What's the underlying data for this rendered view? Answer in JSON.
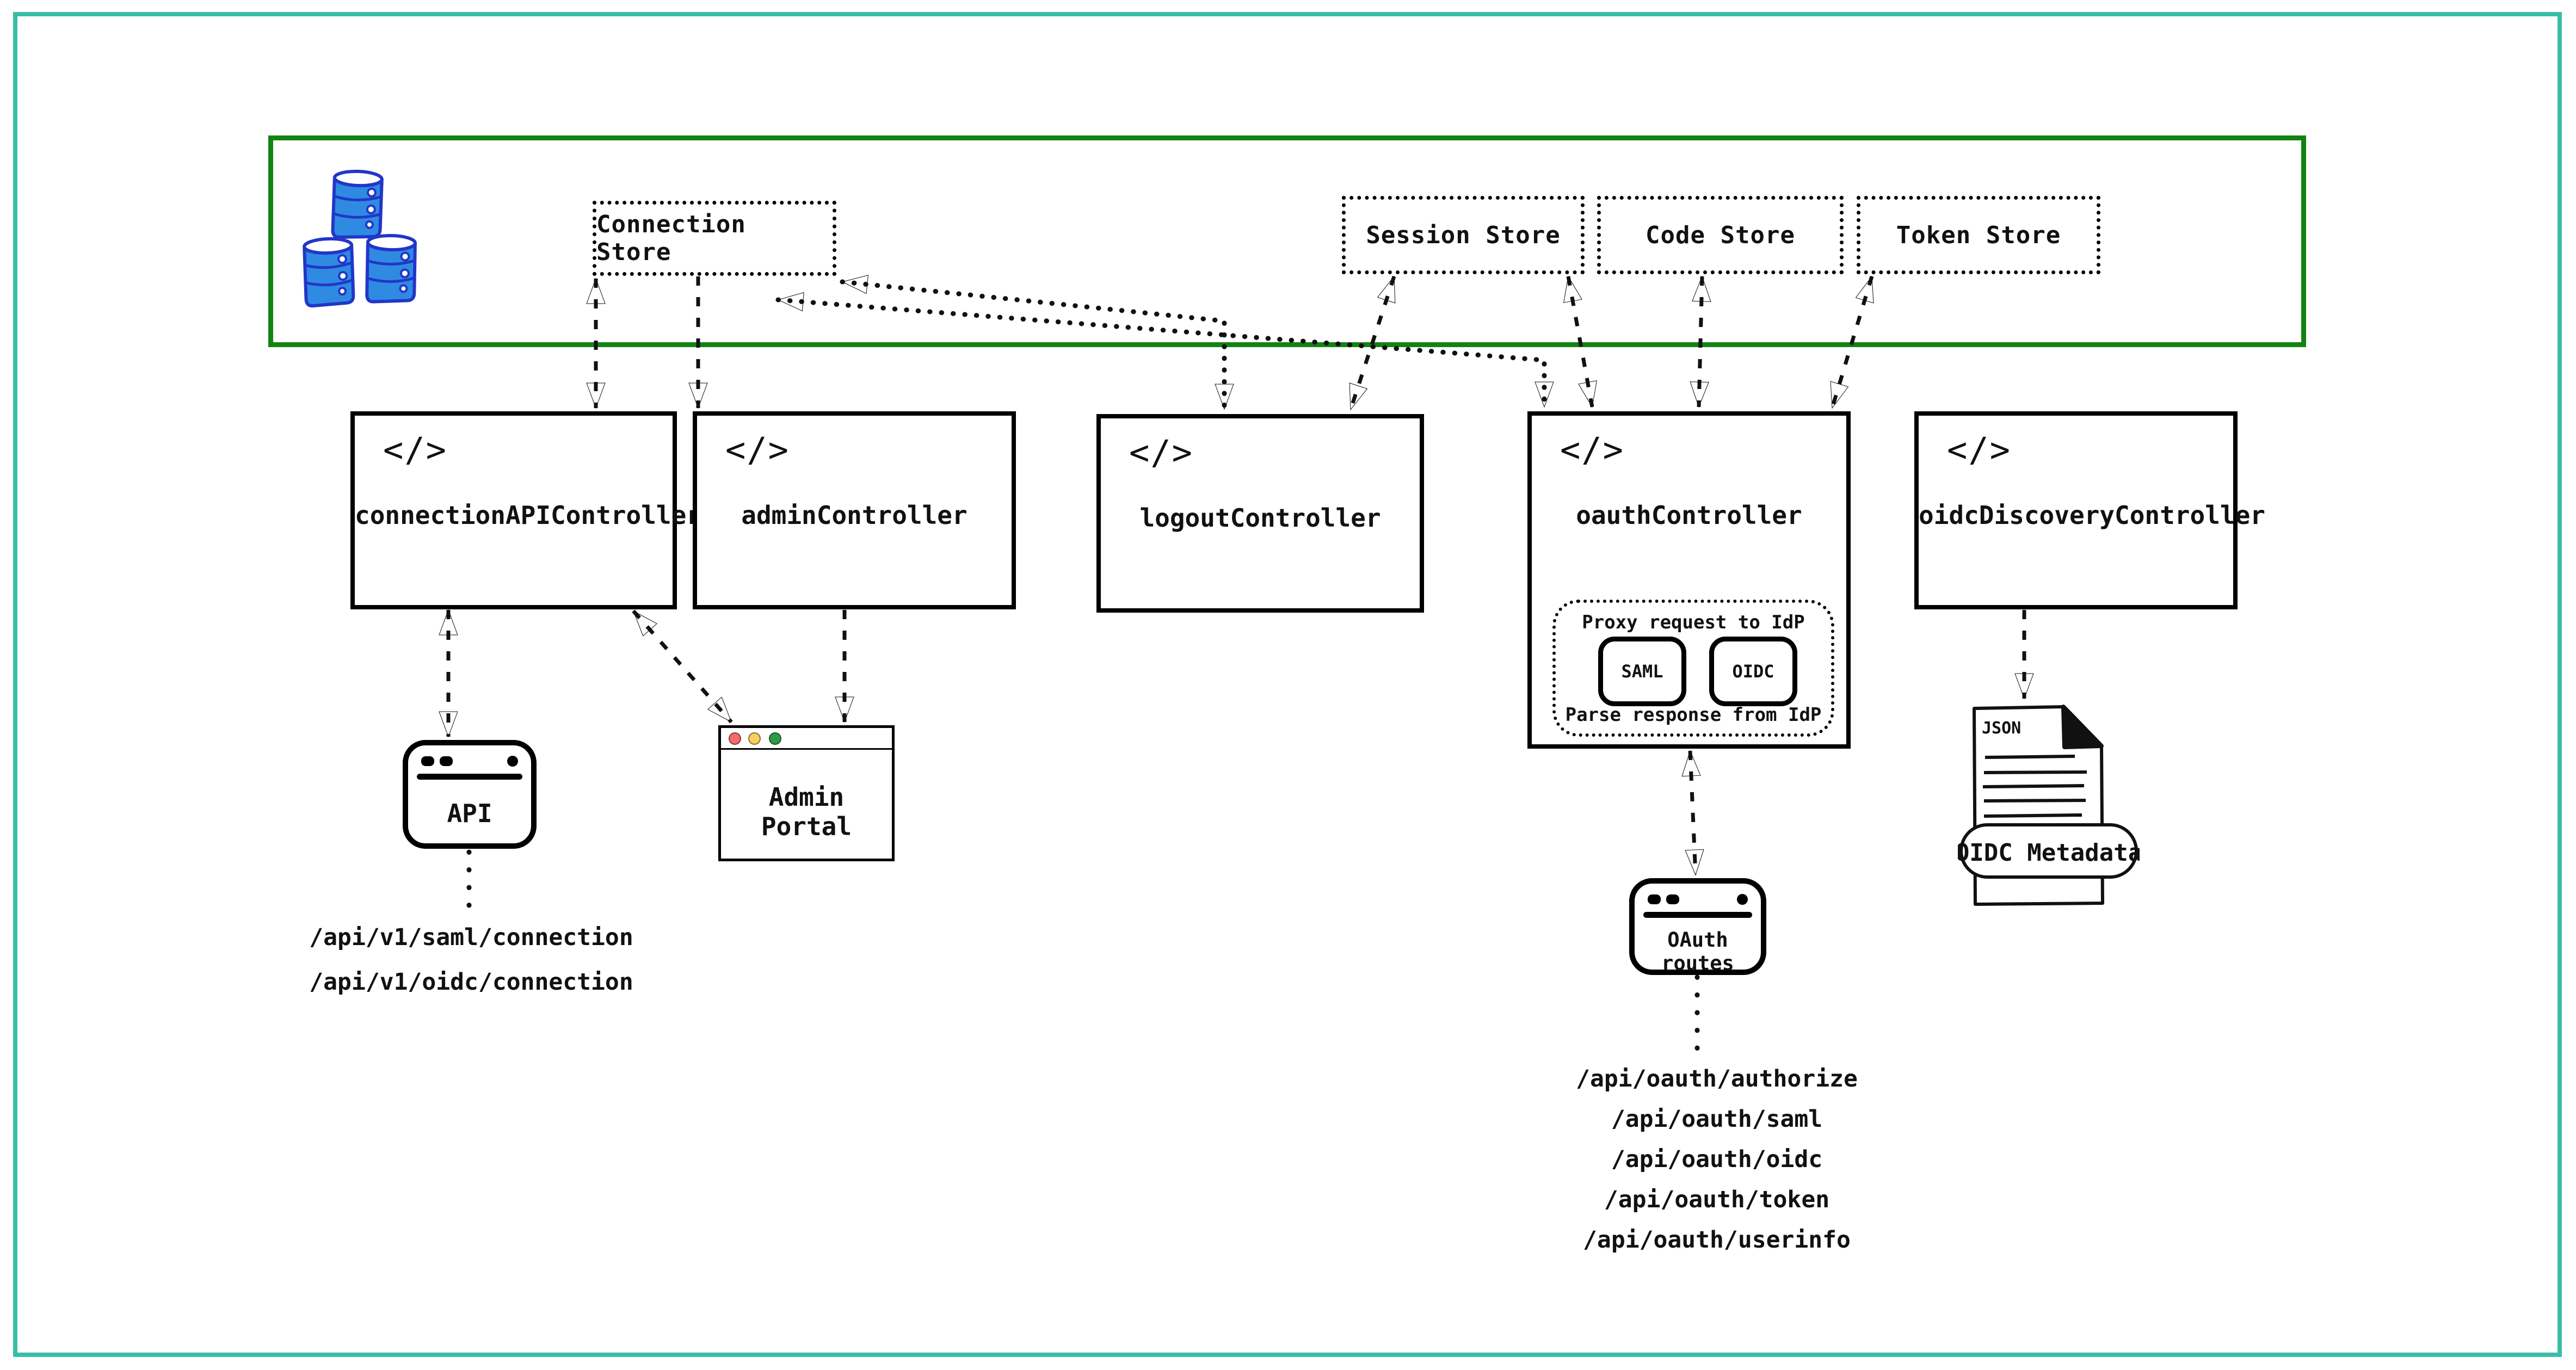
{
  "icons": {
    "code_glyph": "</>"
  },
  "colors": {
    "frame_teal": "#3abda6",
    "storage_zone_green": "#128312",
    "database_blue": "#2f8ae2",
    "database_blue_dark": "#2236c8",
    "traffic_red": "#f56b6b",
    "traffic_yellow": "#f6d05e",
    "traffic_green": "#2e9b44",
    "line_black": "#111111"
  },
  "storage_zone": {
    "stores": [
      {
        "label": "Connection Store"
      },
      {
        "label": "Session Store"
      },
      {
        "label": "Code Store"
      },
      {
        "label": "Token Store"
      }
    ]
  },
  "controllers": [
    {
      "label": "connectionAPIController"
    },
    {
      "label": "adminController"
    },
    {
      "label": "logoutController"
    },
    {
      "label": "oauthController",
      "idp_proxy": {
        "top_label": "Proxy request to IdP",
        "protocols": [
          {
            "label": "SAML"
          },
          {
            "label": "OIDC"
          }
        ],
        "bottom_label": "Parse response from IdP"
      }
    },
    {
      "label": "oidcDiscoveryController"
    }
  ],
  "clients": {
    "api_window": {
      "label": "API"
    },
    "admin_portal": {
      "label": "Admin Portal"
    },
    "oauth_routes_window": {
      "label": "OAuth routes"
    },
    "oidc_metadata_file": {
      "badge": "JSON",
      "label": "OIDC Metadata"
    }
  },
  "routes": {
    "connection_api": [
      {
        "path": "/api/v1/saml/connection"
      },
      {
        "path": "/api/v1/oidc/connection"
      }
    ],
    "oauth": [
      {
        "path": "/api/oauth/authorize"
      },
      {
        "path": "/api/oauth/saml"
      },
      {
        "path": "/api/oauth/oidc"
      },
      {
        "path": "/api/oauth/token"
      },
      {
        "path": "/api/oauth/userinfo"
      }
    ]
  }
}
